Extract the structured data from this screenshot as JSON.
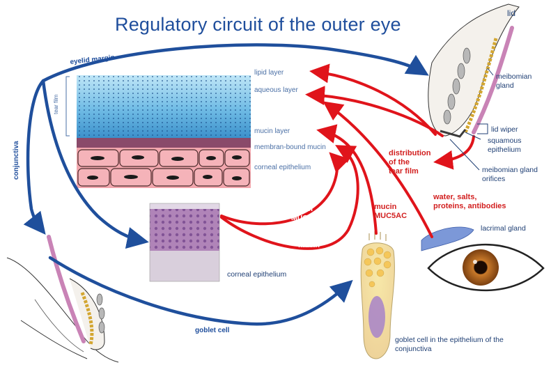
{
  "title": "Regulatory circuit of the outer eye",
  "tear_film_layers": {
    "lipid": "lipid layer",
    "aqueous": "aqueous layer",
    "mucin": "mucin layer",
    "membrane_mucin": "membran-bound mucin",
    "corneal": "corneal epithelium"
  },
  "side_labels": {
    "tear_film": "tear film",
    "conjunctiva": "conjunctiva",
    "eyelid_margin": "eyelid margin"
  },
  "lid_labels": {
    "lid": "lid",
    "meibomian_gland": "meibomian\ngland",
    "lid_wiper": "lid wiper",
    "squamous": "squamous\nepithelium",
    "orifices": "meibomian gland\norifices"
  },
  "flow_labels": {
    "distribution": "distribution\nof the\ntear film",
    "water": "water, salts,\nproteins, antibodies",
    "lacrimal": "lacrimal gland",
    "mucin_muc1": "mucin\nMUC 1",
    "mucin_muc4": "mucin\nMUC 4",
    "mucin_muc5ac": "mucin\nMUC5AC"
  },
  "bottom_labels": {
    "corneal_epithelium": "corneal epithelium",
    "goblet_cell": "goblet cell",
    "goblet_desc": "goblet cell in  the epithelium of the\nconjunctiva"
  },
  "colors": {
    "title": "#1f4e9c",
    "blue_arrow": "#1f4f9c",
    "red_arrow": "#e0141b",
    "tear_lipid": "#8fd0ee",
    "tear_mucin": "#2f86c4",
    "membrane": "#8a4a6a",
    "cells": "#f2a6ad"
  }
}
